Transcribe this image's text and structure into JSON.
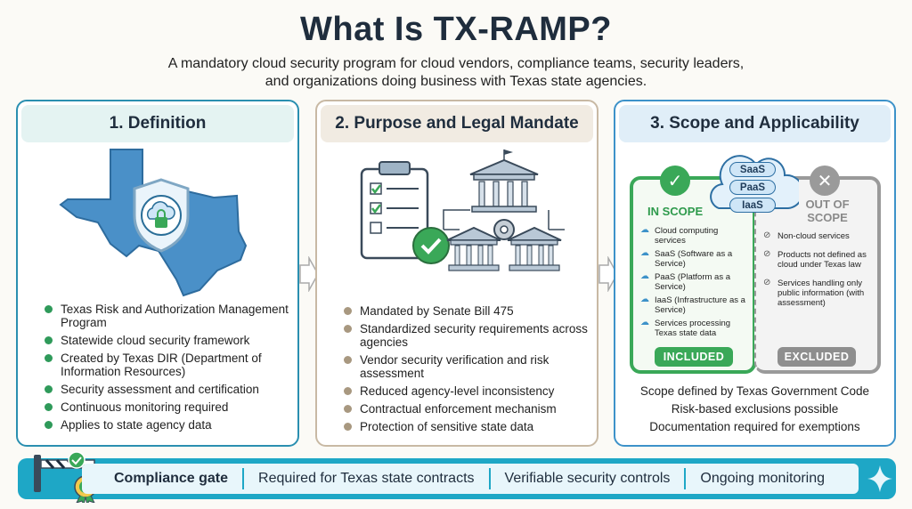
{
  "title": "What Is TX-RAMP?",
  "subtitle_line1": "A mandatory cloud security program for cloud vendors, compliance teams, security leaders,",
  "subtitle_line2": "and organizations doing business with Texas state agencies.",
  "panels": [
    {
      "heading": "1. Definition",
      "bullets": [
        "Texas Risk and Authorization Management Program",
        "Statewide cloud security framework",
        "Created by Texas DIR (Department of Information Resources)",
        "Security assessment and certification",
        "Continuous monitoring required",
        "Applies to state agency data"
      ]
    },
    {
      "heading": "2. Purpose and Legal Mandate",
      "bullets": [
        "Mandated by Senate Bill 475",
        "Standardized security requirements across agencies",
        "Vendor security verification and risk assessment",
        "Reduced agency-level inconsistency",
        "Contractual enforcement mechanism",
        "Protection of sensitive state data"
      ]
    },
    {
      "heading": "3. Scope and Applicability",
      "cloud_models": [
        "SaaS",
        "PaaS",
        "IaaS"
      ],
      "in_scope": {
        "label": "IN SCOPE",
        "items": [
          "Cloud computing services",
          "SaaS (Software as a Service)",
          "PaaS (Platform as a Service)",
          "IaaS (Infrastructure as a Service)",
          "Services processing Texas state data"
        ],
        "badge": "INCLUDED"
      },
      "out_scope": {
        "label_line1": "OUT OF",
        "label_line2": "SCOPE",
        "items": [
          "Non-cloud services",
          "Products not defined as cloud under Texas law",
          "Services handling only public information (with assessment)"
        ],
        "badge": "EXCLUDED"
      },
      "notes": [
        "Scope defined by Texas Government Code",
        "Risk-based exclusions possible",
        "Documentation required for exemptions"
      ]
    }
  ],
  "footer": {
    "items": [
      "Compliance gate",
      "Required for Texas state contracts",
      "Verifiable security controls",
      "Ongoing monitoring"
    ]
  },
  "colors": {
    "teal": "#1ea7c6",
    "green": "#3aa858",
    "gray": "#9a9a9a",
    "texas_blue": "#4a90c8"
  }
}
